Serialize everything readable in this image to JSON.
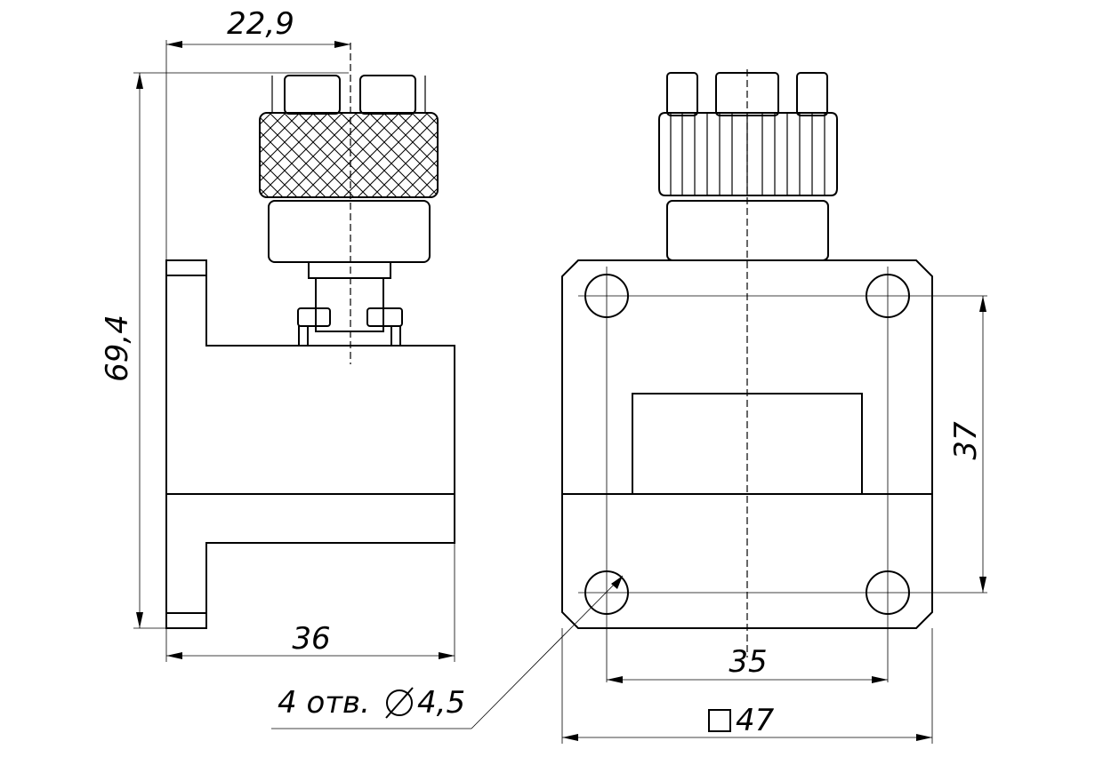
{
  "dimensions": {
    "connector_offset": "22,9",
    "overall_height": "69,4",
    "side_width": "36",
    "hole_spacing_horizontal": "35",
    "hole_spacing_vertical": "37",
    "flange_square": "47",
    "holes_note": "4 отв.",
    "hole_diameter": "4,5"
  },
  "colors": {
    "line": "#000000",
    "background": "#ffffff"
  }
}
